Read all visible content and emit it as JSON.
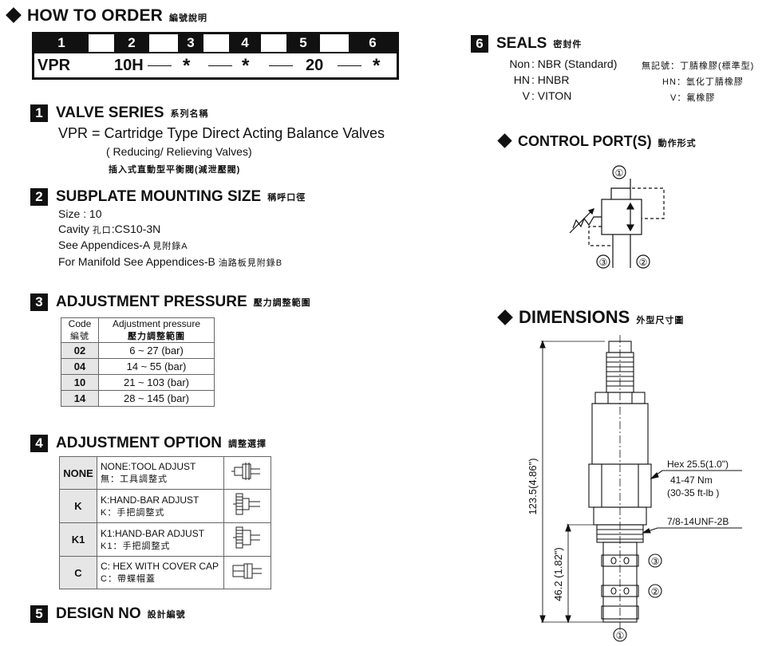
{
  "header": {
    "title": "HOW TO  ORDER",
    "title_cjk": "編號說明"
  },
  "order_code": {
    "positions": [
      "1",
      "2",
      "3",
      "4",
      "5",
      "6"
    ],
    "values": [
      "VPR",
      "10H",
      "*",
      "*",
      "20",
      "*"
    ]
  },
  "sections": {
    "s1": {
      "num": "1",
      "title": "VALVE SERIES",
      "title_cjk": "系列名稱",
      "line1": "VPR = Cartridge Type Direct Acting Balance Valves",
      "line2": "( Reducing/ Relieving Valves)",
      "line3": "插入式直動型平衡閥(減泄壓閥)"
    },
    "s2": {
      "num": "2",
      "title": "SUBPLATE MOUNTING SIZE",
      "title_cjk": "稱呼口徑",
      "size": "Size : 10",
      "cavity_a": "Cavity ",
      "cavity_cjk": "孔口",
      "cavity_b": ":CS10-3N",
      "see_a": "See Appendices-A ",
      "see_a_cjk": "見附錄A",
      "see_b": "For Manifold See Appendices-B ",
      "see_b_cjk": "油路板見附錄B"
    },
    "s3": {
      "num": "3",
      "title": "ADJUSTMENT PRESSURE",
      "title_cjk": "壓力調整範圍",
      "col_code": "Code",
      "col_code_cjk": "編號",
      "col_pressure": "Adjustment pressure",
      "col_pressure_cjk": "壓力調整範圍",
      "rows": [
        {
          "code": "02",
          "range": "6 ~ 27 (bar)"
        },
        {
          "code": "04",
          "range": "14 ~ 55 (bar)"
        },
        {
          "code": "10",
          "range": "21 ~ 103 (bar)"
        },
        {
          "code": "14",
          "range": "28 ~ 145 (bar)"
        }
      ]
    },
    "s4": {
      "num": "4",
      "title": "ADJUSTMENT OPTION",
      "title_cjk": "調整選擇",
      "rows": [
        {
          "code": "NONE",
          "desc": "NONE:TOOL ADJUST",
          "desc_cjk": "無：工具調整式",
          "icon": "tool-adjust-icon"
        },
        {
          "code": "K",
          "desc": "K:HAND-BAR ADJUST",
          "desc_cjk": "K：手把調整式",
          "icon": "hand-bar-icon"
        },
        {
          "code": "K1",
          "desc": "K1:HAND-BAR ADJUST",
          "desc_cjk": "K1：手把調整式",
          "icon": "hand-bar-k1-icon"
        },
        {
          "code": "C",
          "desc": "C: HEX WITH COVER CAP",
          "desc_cjk": "C：帶蝶帽蓋",
          "icon": "hex-cover-cap-icon"
        }
      ]
    },
    "s5": {
      "num": "5",
      "title": "DESIGN NO",
      "title_cjk": "設計編號"
    },
    "s6": {
      "num": "6",
      "title": "SEALS",
      "title_cjk": "密封件",
      "rows": [
        {
          "code": "Non",
          "name": "NBR (Standard)",
          "cjk_label": "無記號：",
          "cjk": "丁腈橡膠(標準型)"
        },
        {
          "code": "HN",
          "name": "HNBR",
          "cjk_label": "HN：",
          "cjk": "氫化丁腈橡膠"
        },
        {
          "code": "V",
          "name": "VITON",
          "cjk_label": "V：",
          "cjk": "氟橡膠"
        }
      ]
    }
  },
  "control_port": {
    "title": "CONTROL PORT(S)",
    "title_cjk": "動作形式",
    "ports": [
      "①",
      "③",
      "②"
    ]
  },
  "dimensions": {
    "title": "DIMENSIONS",
    "title_cjk": "外型尺寸圖",
    "overall": "123.5(4.86\")",
    "lower": "46.2 (1.82\")",
    "hex": "Hex 25.5(1.0\")",
    "torque": "41-47 Nm",
    "torque_ftlb": "(30-35 ft-lb )",
    "thread": "7/8-14UNF-2B",
    "ports": [
      "③",
      "②",
      "①"
    ]
  }
}
